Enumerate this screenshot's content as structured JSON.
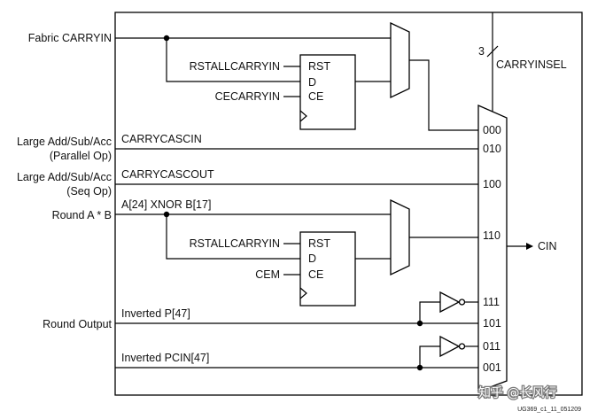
{
  "inputs": {
    "fabric_carryin": "Fabric CARRYIN",
    "large_parallel_l1": "Large Add/Sub/Acc",
    "large_parallel_l2": "(Parallel Op)",
    "large_seq_l1": "Large Add/Sub/Acc",
    "large_seq_l2": "(Seq Op)",
    "round_ab": "Round A * B",
    "round_output": "Round Output"
  },
  "signals": {
    "carrycascin": "CARRYCASCIN",
    "carrycascout": "CARRYCASCOUT",
    "xnor": "A[24] XNOR B[17]",
    "inverted_p": "Inverted P[47]",
    "inverted_pcin": "Inverted PCIN[47]",
    "carryinsel": "CARRYINSEL",
    "carryinsel_width": "3",
    "cin": "CIN"
  },
  "register_top": {
    "rst_input": "RSTALLCARRYIN",
    "ce_input": "CECARRYIN",
    "pins": {
      "rst": "RST",
      "d": "D",
      "ce": "CE"
    }
  },
  "register_bottom": {
    "rst_input": "RSTALLCARRYIN",
    "ce_input": "CEM",
    "pins": {
      "rst": "RST",
      "d": "D",
      "ce": "CE"
    }
  },
  "mux_codes": [
    "000",
    "010",
    "100",
    "110",
    "111",
    "101",
    "011",
    "001"
  ],
  "figure_id": "UG369_c1_11_051209",
  "watermark": "知乎 @长风行"
}
